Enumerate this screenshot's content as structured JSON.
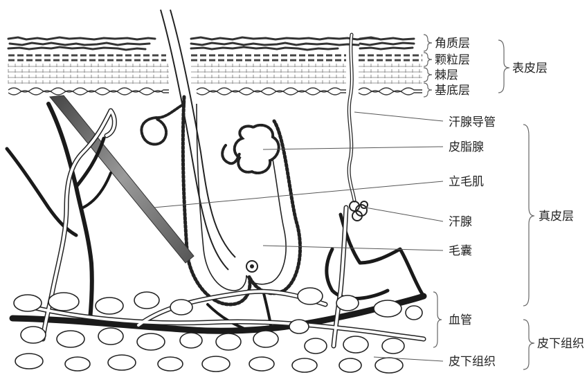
{
  "labels": {
    "stratum_corneum": "角质层",
    "stratum_granulosum": "颗粒层",
    "stratum_spinosum": "棘层",
    "stratum_basale": "基底层",
    "epidermis": "表皮层",
    "sweat_duct": "汗腺导管",
    "sebaceous_gland": "皮脂腺",
    "arrector_pili": "立毛肌",
    "sweat_gland": "汗腺",
    "hair_follicle": "毛囊",
    "dermis": "真皮层",
    "blood_vessel": "血管",
    "subcutaneous_tissue_label": "皮下组织",
    "subcutaneous": "皮下组织"
  },
  "colors": {
    "ink": "#222222",
    "muscle": "#8a8a8a",
    "background": "#ffffff"
  }
}
